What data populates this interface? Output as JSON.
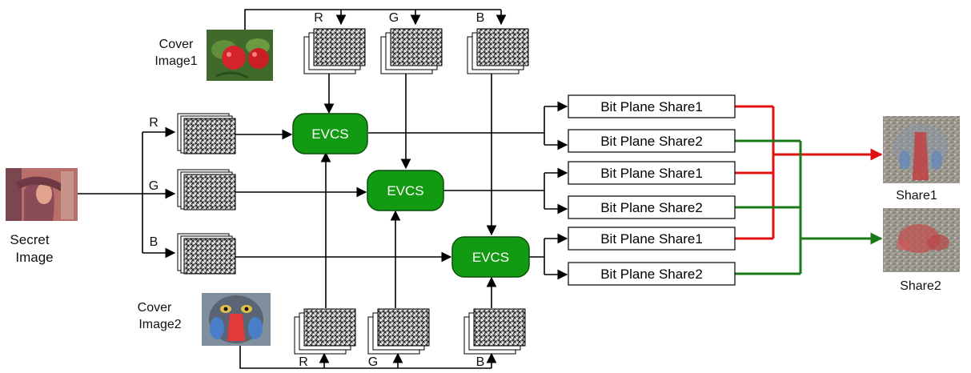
{
  "labels": {
    "cover_image_1": [
      "Cover",
      "Image1"
    ],
    "cover_image_2": [
      "Cover",
      "Image2"
    ],
    "secret_image": [
      "Secret",
      "Image"
    ],
    "share_1": "Share1",
    "share_2": "Share2"
  },
  "channels": {
    "r": "R",
    "g": "G",
    "b": "B"
  },
  "evcs_label": "EVCS",
  "bit_plane_shares": [
    "Bit Plane Share1",
    "Bit Plane Share2",
    "Bit Plane Share1",
    "Bit Plane Share2",
    "Bit Plane Share1",
    "Bit Plane Share2"
  ],
  "colors": {
    "evcs_fill": "#139a13",
    "share1_line": "#e01010",
    "share2_line": "#1a7a1a"
  }
}
